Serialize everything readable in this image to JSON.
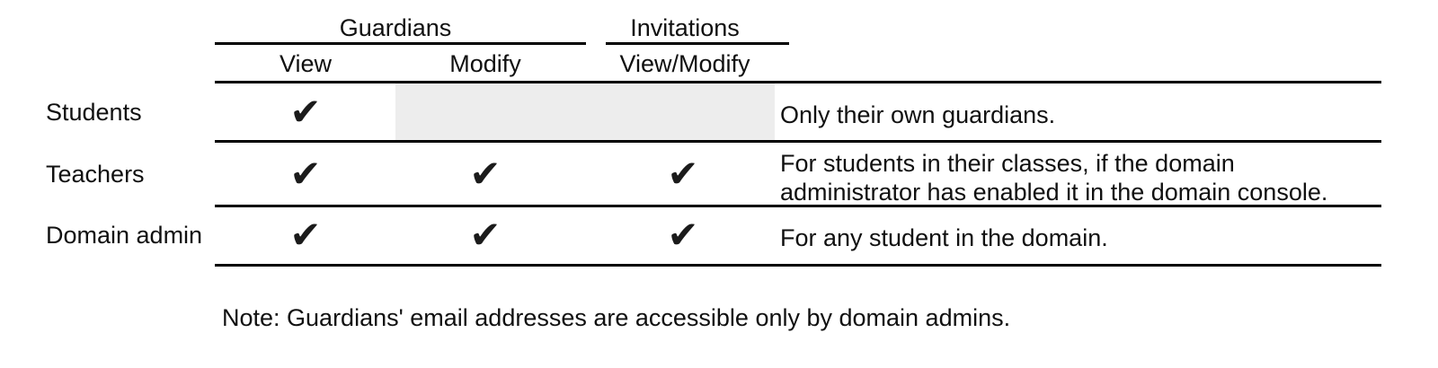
{
  "table": {
    "column_groups": [
      {
        "label": "Guardians"
      },
      {
        "label": "Invitations"
      }
    ],
    "columns": [
      {
        "label": "View"
      },
      {
        "label": "Modify"
      },
      {
        "label": "View/Modify"
      }
    ],
    "rows": [
      {
        "label": "Students",
        "guardians_view": "✔",
        "guardians_modify": "",
        "invitations_view_modify": "",
        "description": "Only their own guardians."
      },
      {
        "label": "Teachers",
        "guardians_view": "✔",
        "guardians_modify": "✔",
        "invitations_view_modify": "✔",
        "description": "For students in their classes, if the domain administrator has enabled it in the domain console."
      },
      {
        "label": "Domain admin",
        "guardians_view": "✔",
        "guardians_modify": "✔",
        "invitations_view_modify": "✔",
        "description": "For any student in the domain."
      }
    ]
  },
  "note": "Note: Guardians' email addresses are accessible only by domain admins.",
  "colors": {
    "text": "#101010",
    "rule": "#000000",
    "disabled_cell": "#ededed",
    "background": "#ffffff"
  }
}
